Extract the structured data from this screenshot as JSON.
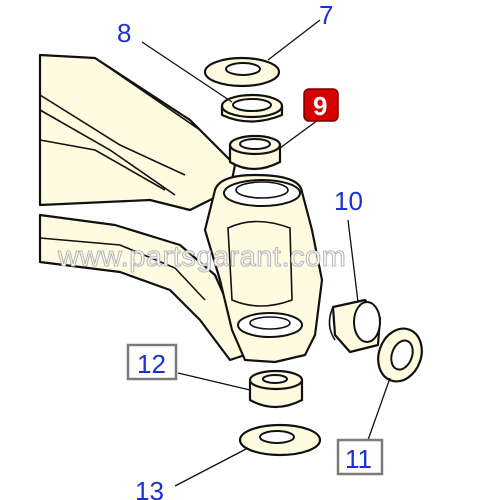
{
  "diagram": {
    "background": "#ffffff",
    "part_fill": "#fffbe0",
    "line_color": "#111111",
    "callout_color": "#1a2fd6",
    "highlight_color": "#d50000",
    "box_border_color": "#7a7a7a",
    "callouts": {
      "c8": "8",
      "c9": "9",
      "c10": "10",
      "c11": "11",
      "c12": "12",
      "c13": "13",
      "c_top": "7"
    },
    "watermark": "www.partsgarant.com"
  }
}
